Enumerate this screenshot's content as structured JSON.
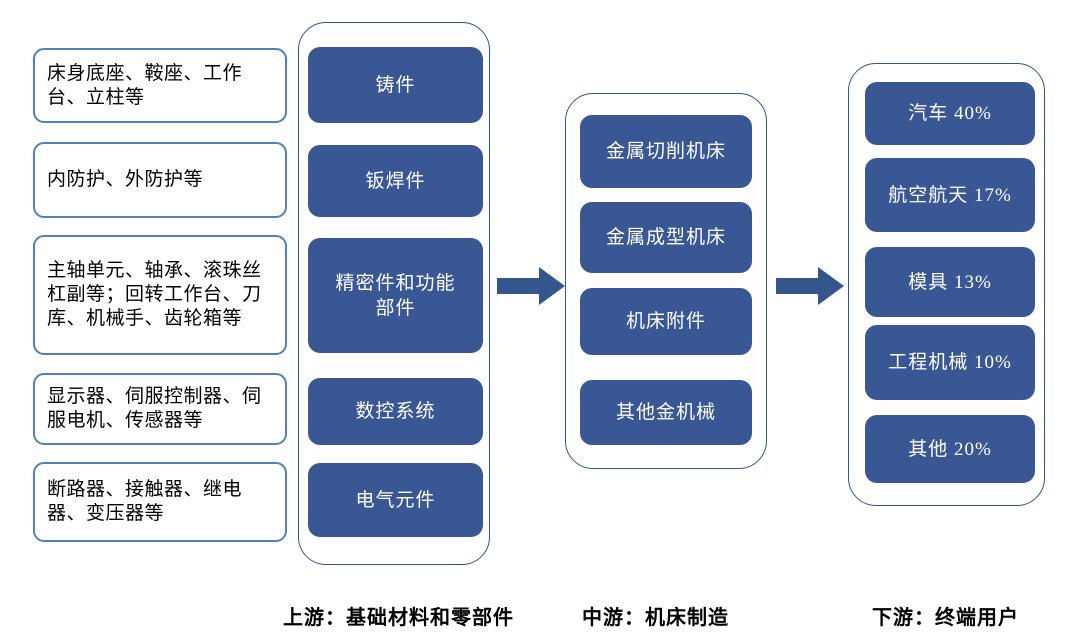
{
  "diagram": {
    "title_visible": false,
    "colors": {
      "box_fill": "#3A5795",
      "box_text": "#FFFFFF",
      "group_border": "#2F5597",
      "detail_border": "#4F81BD",
      "arrow": "#34568C",
      "footer_text": "#000000",
      "page_bg": "#FFFFFF"
    },
    "upstream": {
      "details": [
        "床身底座、鞍座、工作台、立柱等",
        "内防护、外防护等",
        "主轴单元、轴承、滚珠丝杠副等；回转工作台、刀库、机械手、齿轮箱等",
        "显示器、伺服控制器、伺服电机、传感器等",
        "断路器、接触器、继电器、变压器等"
      ],
      "categories": [
        "铸件",
        "钣焊件",
        "精密件和功能部件",
        "数控系统",
        "电气元件"
      ],
      "footer": "上游：基础材料和零部件"
    },
    "midstream": {
      "categories": [
        "金属切削机床",
        "金属成型机床",
        "机床附件",
        "其他金机械"
      ],
      "footer": "中游：机床制造"
    },
    "downstream": {
      "categories": [
        "汽车 40%",
        "航空航天 17%",
        "模具 13%",
        "工程机械 10%",
        "其他 20%"
      ],
      "footer": "下游：终端用户"
    }
  }
}
